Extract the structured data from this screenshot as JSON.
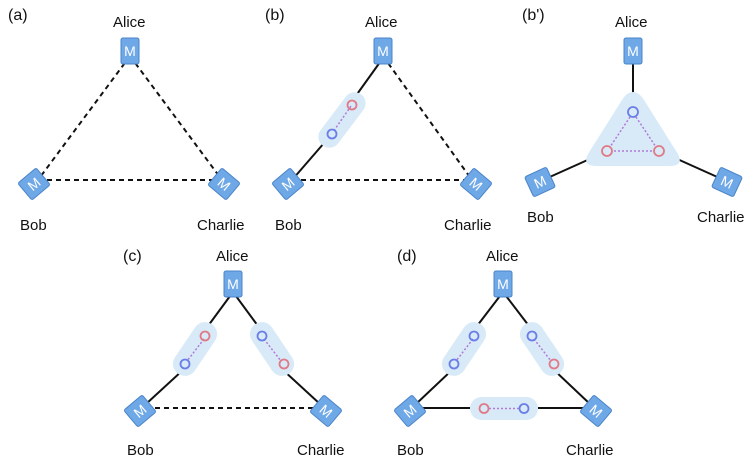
{
  "panels": {
    "a": {
      "label": "(a)",
      "nodes": {
        "top": "Alice",
        "left": "Bob",
        "right": "Charlie"
      },
      "box_letter": "M"
    },
    "b": {
      "label": "(b)",
      "nodes": {
        "top": "Alice",
        "left": "Bob",
        "right": "Charlie"
      },
      "box_letter": "M"
    },
    "bp": {
      "label": "(b')",
      "nodes": {
        "top": "Alice",
        "left": "Bob",
        "right": "Charlie"
      },
      "box_letter": "M"
    },
    "c": {
      "label": "(c)",
      "nodes": {
        "top": "Alice",
        "left": "Bob",
        "right": "Charlie"
      },
      "box_letter": "M"
    },
    "d": {
      "label": "(d)",
      "nodes": {
        "top": "Alice",
        "left": "Bob",
        "right": "Charlie"
      },
      "box_letter": "M"
    }
  },
  "colors": {
    "box": "#6fa8e6",
    "box_edge": "#4a84c9",
    "capsule": "#d8eaf8",
    "qubit_blue": "#6b7de6",
    "qubit_red": "#e07a87",
    "entangle_link": "#b07ad6",
    "edge": "#111111"
  }
}
